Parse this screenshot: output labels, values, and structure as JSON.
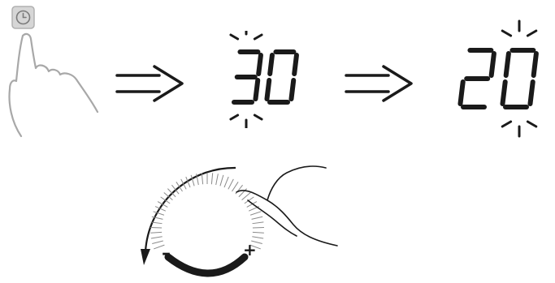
{
  "steps": {
    "timer_icon": "clock-icon",
    "gesture_icon": "tap-hand-icon",
    "first_display": {
      "digits": [
        "3",
        "0"
      ],
      "blinking_digit": 0
    },
    "second_display": {
      "digits": [
        "2",
        "0"
      ],
      "blinking_digit": 1
    }
  },
  "dial": {
    "minus_label": "–",
    "plus_label": "+",
    "icon": "rotate-hand-icon"
  },
  "colors": {
    "ink": "#1a1a1a",
    "soft": "#a8a8a8",
    "ticks": "#8a8a8a"
  }
}
